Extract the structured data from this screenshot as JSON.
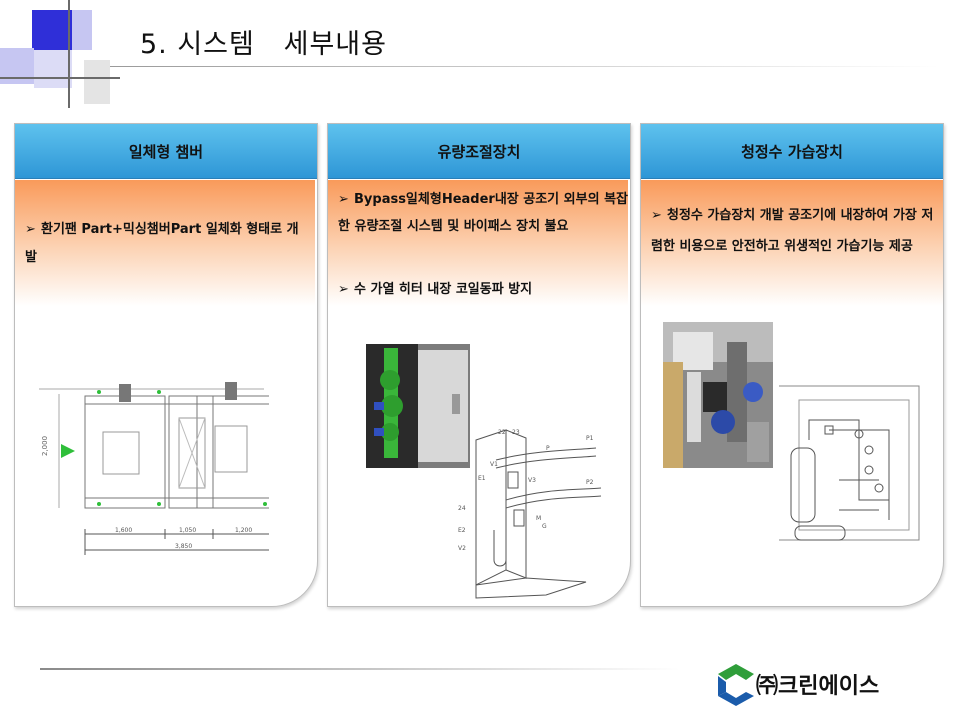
{
  "page": {
    "title": "5. 시스템   세부내용"
  },
  "panels": [
    {
      "heading": "일체형 챔버",
      "bullets": [
        "환기팬 Part+믹싱챔버Part   일체화 형태로 개발"
      ],
      "figure": {
        "dim_height": "2,000",
        "dims": [
          "1,600",
          "1,050",
          "1,200"
        ],
        "dim_total": "3,850"
      }
    },
    {
      "heading": "유량조절장치",
      "bullets": [
        "Bypass일체형Header내장    공조기 외부의 복잡한 유량조절 시스템 및 바이패스 장치 불요",
        "수 가열 히터 내장    코일동파 방지"
      ],
      "figure": {
        "labels": [
          "P1",
          "P2",
          "22",
          "23",
          "V1",
          "V3",
          "E1",
          "24",
          "E2",
          "V2",
          "M",
          "G",
          "P"
        ]
      }
    },
    {
      "heading": "청정수 가습장치",
      "bullets": [
        "청정수 가습장치 개발    공조기에 내장하여 가장 저렴한 비용으로  안전하고 위생적인 가습기능 제공"
      ]
    }
  ],
  "bullet_glyph": "➢",
  "footer": {
    "company": "㈜크린에이스"
  },
  "colors": {
    "panel_head": "#2e96d6",
    "panel_body_top": "#f99a5a",
    "deco_blue": "#2f2fd8",
    "logo_green": "#2f9e3a",
    "logo_blue": "#1b5cab"
  }
}
